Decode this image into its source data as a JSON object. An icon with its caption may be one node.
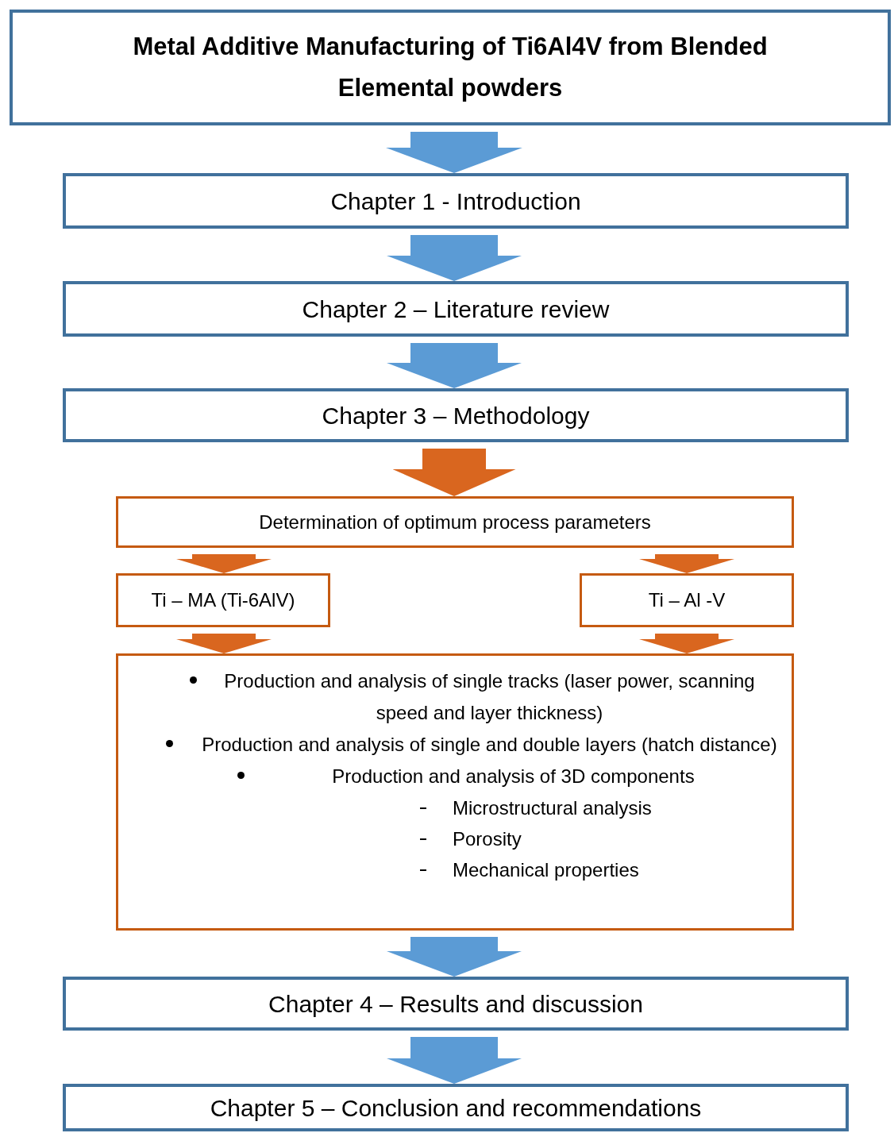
{
  "diagram": {
    "nodes": [
      {
        "text": [
          "Metal Additive Manufacturing of Ti6Al4V from Blended Elemental powders"
        ]
      },
      {
        "text": [
          "Chapter 1 - Introduction"
        ]
      },
      {
        "text": [
          "Chapter 2 – Literature review"
        ]
      },
      {
        "text": [
          "Chapter 3 – Methodology"
        ]
      },
      {
        "text": [
          "Determination of optimum process parameters"
        ]
      },
      {
        "text": [
          "Ti – MA (Ti-6AlV)"
        ]
      },
      {
        "text": [
          "Ti – Al -V"
        ]
      },
      {
        "text": [
          "Production and analysis of single tracks (laser power, scanning speed and layer thickness)",
          "Production and analysis of single and double layers (hatch distance)",
          "Production and analysis of 3D components",
          "Microstructural analysis",
          "Porosity",
          "Mechanical properties"
        ]
      },
      {
        "text": [
          "Chapter 4 – Results and discussion"
        ]
      },
      {
        "text": [
          "Chapter 5 – Conclusion and recommendations"
        ]
      }
    ],
    "edges": [
      {
        "from": 0,
        "to": 1,
        "arrow": "to"
      },
      {
        "from": 1,
        "to": 2,
        "arrow": "to"
      },
      {
        "from": 2,
        "to": 3,
        "arrow": "to"
      },
      {
        "from": 3,
        "to": 4,
        "arrow": "to",
        "color": "#d9661f"
      },
      {
        "from": 4,
        "to": 5,
        "arrow": "to",
        "color": "#d9661f"
      },
      {
        "from": 4,
        "to": 6,
        "arrow": "to",
        "color": "#d9661f"
      },
      {
        "from": 5,
        "to": 7,
        "arrow": "to",
        "color": "#d9661f"
      },
      {
        "from": 6,
        "to": 7,
        "arrow": "to",
        "color": "#d9661f"
      },
      {
        "from": 7,
        "to": 8,
        "arrow": "to"
      },
      {
        "from": 8,
        "to": 9,
        "arrow": "to"
      }
    ]
  }
}
